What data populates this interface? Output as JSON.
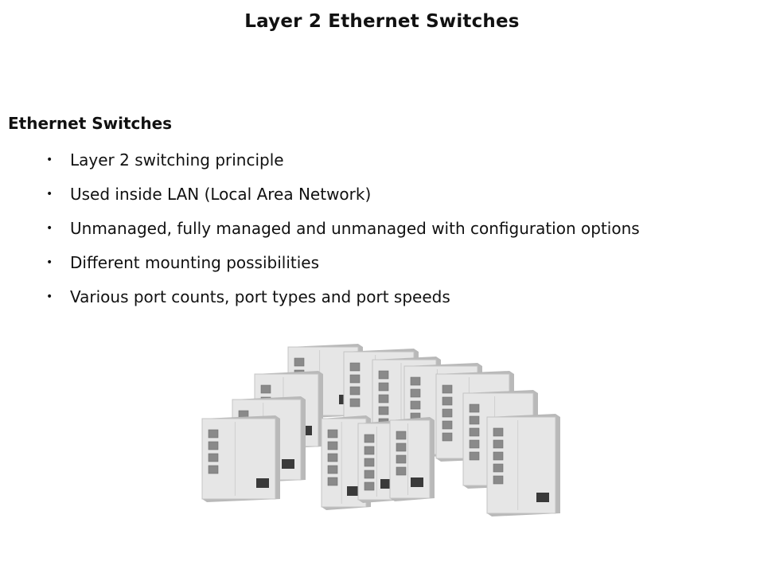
{
  "slide": {
    "title": "Layer 2 Ethernet Switches",
    "section_heading": "Ethernet Switches",
    "bullets": [
      "Layer 2 switching principle",
      "Used inside LAN (Local Area Network)",
      "Unmanaged, fully managed and unmanaged with configuration options",
      "Different mounting possibilities",
      "Various port counts, port types and port speeds"
    ],
    "bullet_glyph": "•"
  },
  "image": {
    "subject": "group-of-din-rail-ethernet-switch-modules",
    "colors": {
      "housing": "#e6e6e6",
      "housing_shadow": "#b9b9b9",
      "port": "#8a8a8a",
      "connector": "#3a3a3a"
    }
  }
}
